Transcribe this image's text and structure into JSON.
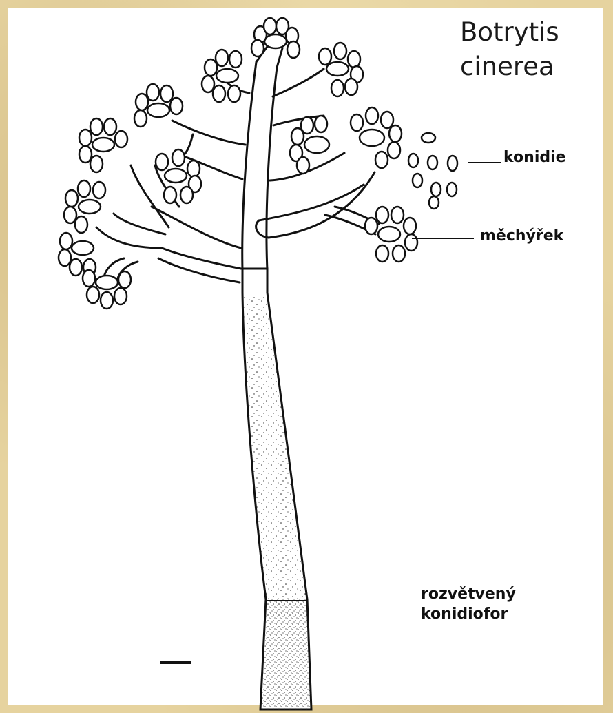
{
  "title": {
    "line1": "Botrytis",
    "line2": "cinerea"
  },
  "labels": {
    "conidia": "konidie",
    "vesicle": "měchýřek",
    "conidiophore_line1": "rozvětvený",
    "conidiophore_line2": "konidiofor"
  },
  "colors": {
    "background": "#e6d39f",
    "panel": "#ffffff",
    "ink": "#111111"
  }
}
